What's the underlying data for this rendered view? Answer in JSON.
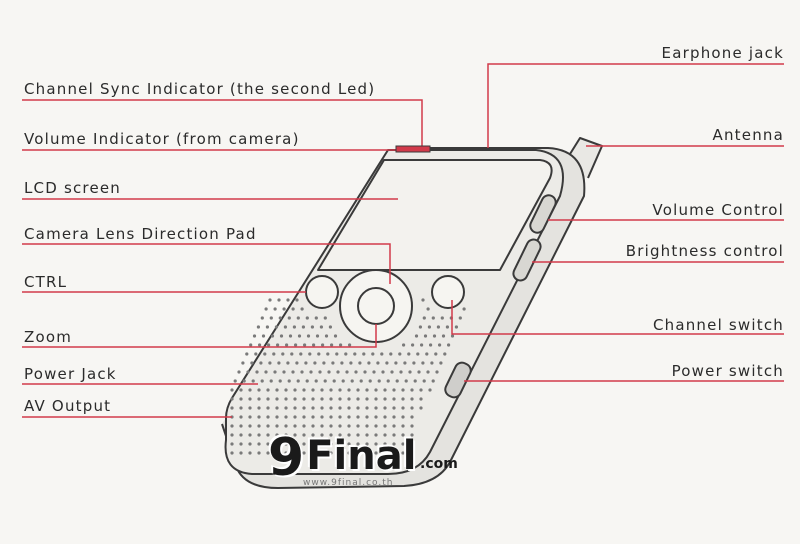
{
  "labels_left": [
    {
      "id": "channel-sync",
      "text": "Channel Sync Indicator (the second Led)"
    },
    {
      "id": "volume-indicator",
      "text": "Volume Indicator (from camera)"
    },
    {
      "id": "lcd-screen",
      "text": "LCD screen"
    },
    {
      "id": "direction-pad",
      "text": "Camera Lens Direction Pad"
    },
    {
      "id": "ctrl",
      "text": "CTRL"
    },
    {
      "id": "zoom",
      "text": "Zoom"
    },
    {
      "id": "power-jack",
      "text": "Power Jack"
    },
    {
      "id": "av-output",
      "text": "AV Output"
    }
  ],
  "labels_right": [
    {
      "id": "earphone-jack",
      "text": "Earphone jack"
    },
    {
      "id": "antenna",
      "text": "Antenna"
    },
    {
      "id": "volume-control",
      "text": "Volume Control"
    },
    {
      "id": "brightness-control",
      "text": "Brightness control"
    },
    {
      "id": "channel-switch",
      "text": "Channel switch"
    },
    {
      "id": "power-switch",
      "text": "Power switch"
    }
  ],
  "logo": {
    "main": "Final",
    "nine": "9",
    "suffix": ".com",
    "sub": "www.9final.co.th"
  },
  "colors": {
    "leader_line": "#d23a4a",
    "device_outline": "#3a3a3a",
    "background": "#f7f6f3"
  }
}
